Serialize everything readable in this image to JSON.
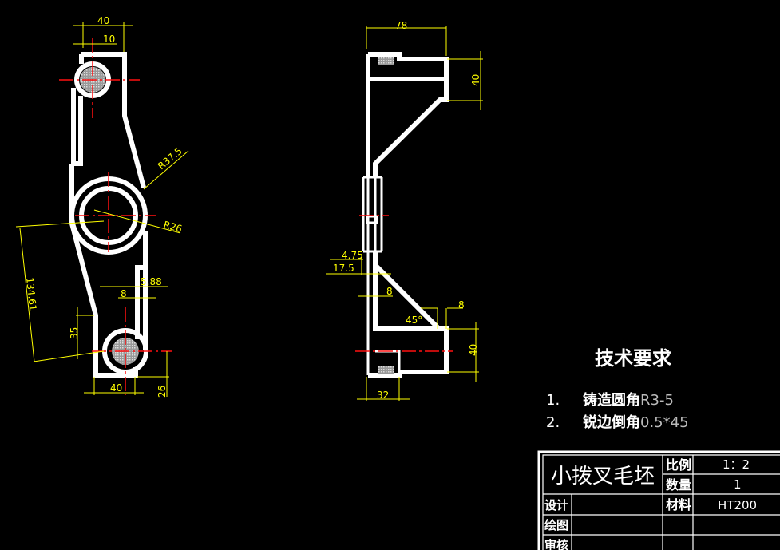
{
  "drawing_title": "小拨叉毛坯",
  "colors": {
    "outline": "#ffffff",
    "dimension": "#ffff00",
    "centerline": "#ff1010",
    "background": "#000000"
  },
  "front_view": {
    "dims": {
      "top_width": "40",
      "top_offset": "10",
      "r_outer": "R37.5",
      "r_inner": "R26",
      "slant_length": "134.61",
      "height_35": "35",
      "rib_8": "8",
      "rib_588": "5.88",
      "bottom_width": "40",
      "bottom_height": "26"
    }
  },
  "side_view": {
    "dims": {
      "width_78": "78",
      "top_height": "40",
      "d_475": "4.75",
      "d_175": "17.5",
      "rib_8": "8",
      "angle": "45°",
      "right_8": "8",
      "bottom_height": "40",
      "bottom_width": "32"
    }
  },
  "technical_requirements": {
    "title": "技术要求",
    "items": [
      {
        "num": "1.",
        "label": "铸造圆角",
        "value": "R3-5"
      },
      {
        "num": "2.",
        "label": "锐边倒角",
        "value": "0.5*45"
      }
    ]
  },
  "title_block": {
    "scale_label": "比例",
    "scale_value": "1：2",
    "qty_label": "数量",
    "qty_value": "1",
    "material_label": "材料",
    "material_value": "HT200",
    "design_label": "设计",
    "drawing_label": "绘图",
    "review_label": "审核"
  }
}
